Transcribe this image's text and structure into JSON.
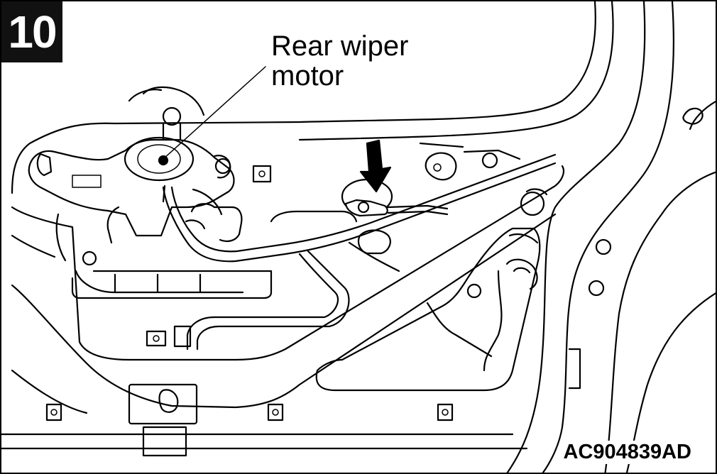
{
  "step": {
    "number": "10"
  },
  "callout": {
    "line1": "Rear wiper",
    "line2": "motor"
  },
  "figure": {
    "id": "AC904839AD"
  }
}
